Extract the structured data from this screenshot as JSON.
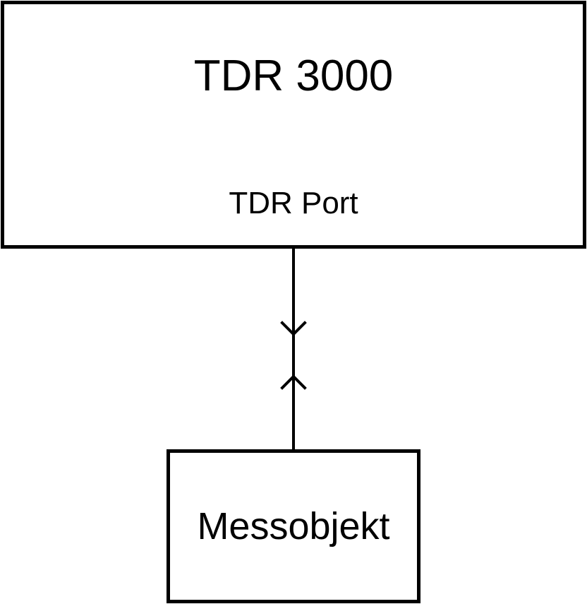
{
  "device": {
    "title": "TDR 3000",
    "port_label": "TDR Port"
  },
  "measured_object": {
    "title": "Messobjekt"
  },
  "colors": {
    "stroke": "#000000",
    "background": "#ffffff"
  }
}
